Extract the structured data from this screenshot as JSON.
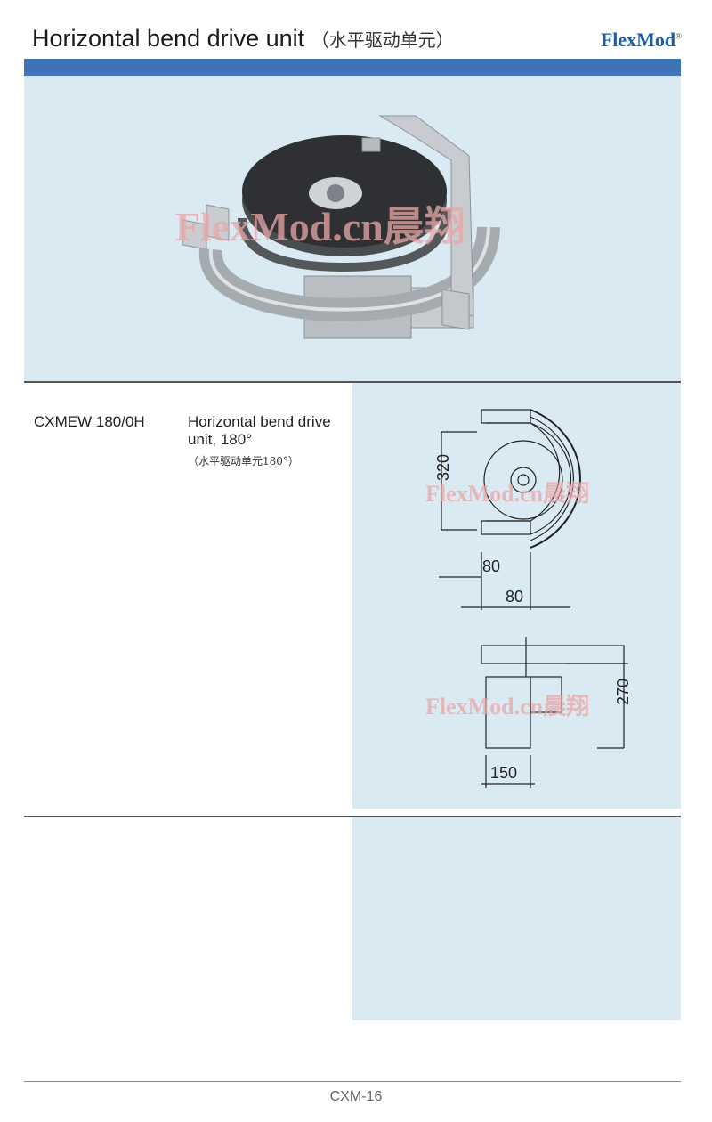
{
  "header": {
    "title": "Horizontal bend drive unit",
    "title_cn": "（水平驱动单元）",
    "brand": "FlexMod",
    "brand_mark": "®"
  },
  "product": {
    "code": "CXMEW  180/0H",
    "description": "Horizontal bend drive unit, 180°",
    "description_cn": "（水平驱动单元180°）"
  },
  "watermark": {
    "photo": "FlexMod.cn晨翔",
    "drawing": "FlexMod.cn晨翔"
  },
  "dimensions": {
    "width_top": "320",
    "offset_a": "80",
    "offset_b": "80",
    "height_side": "270",
    "depth_side": "150"
  },
  "footer": {
    "page": "CXM-16"
  },
  "colors": {
    "accent": "#3f73b8",
    "panel": "#daeaf3",
    "brand": "#1e5fa8"
  }
}
